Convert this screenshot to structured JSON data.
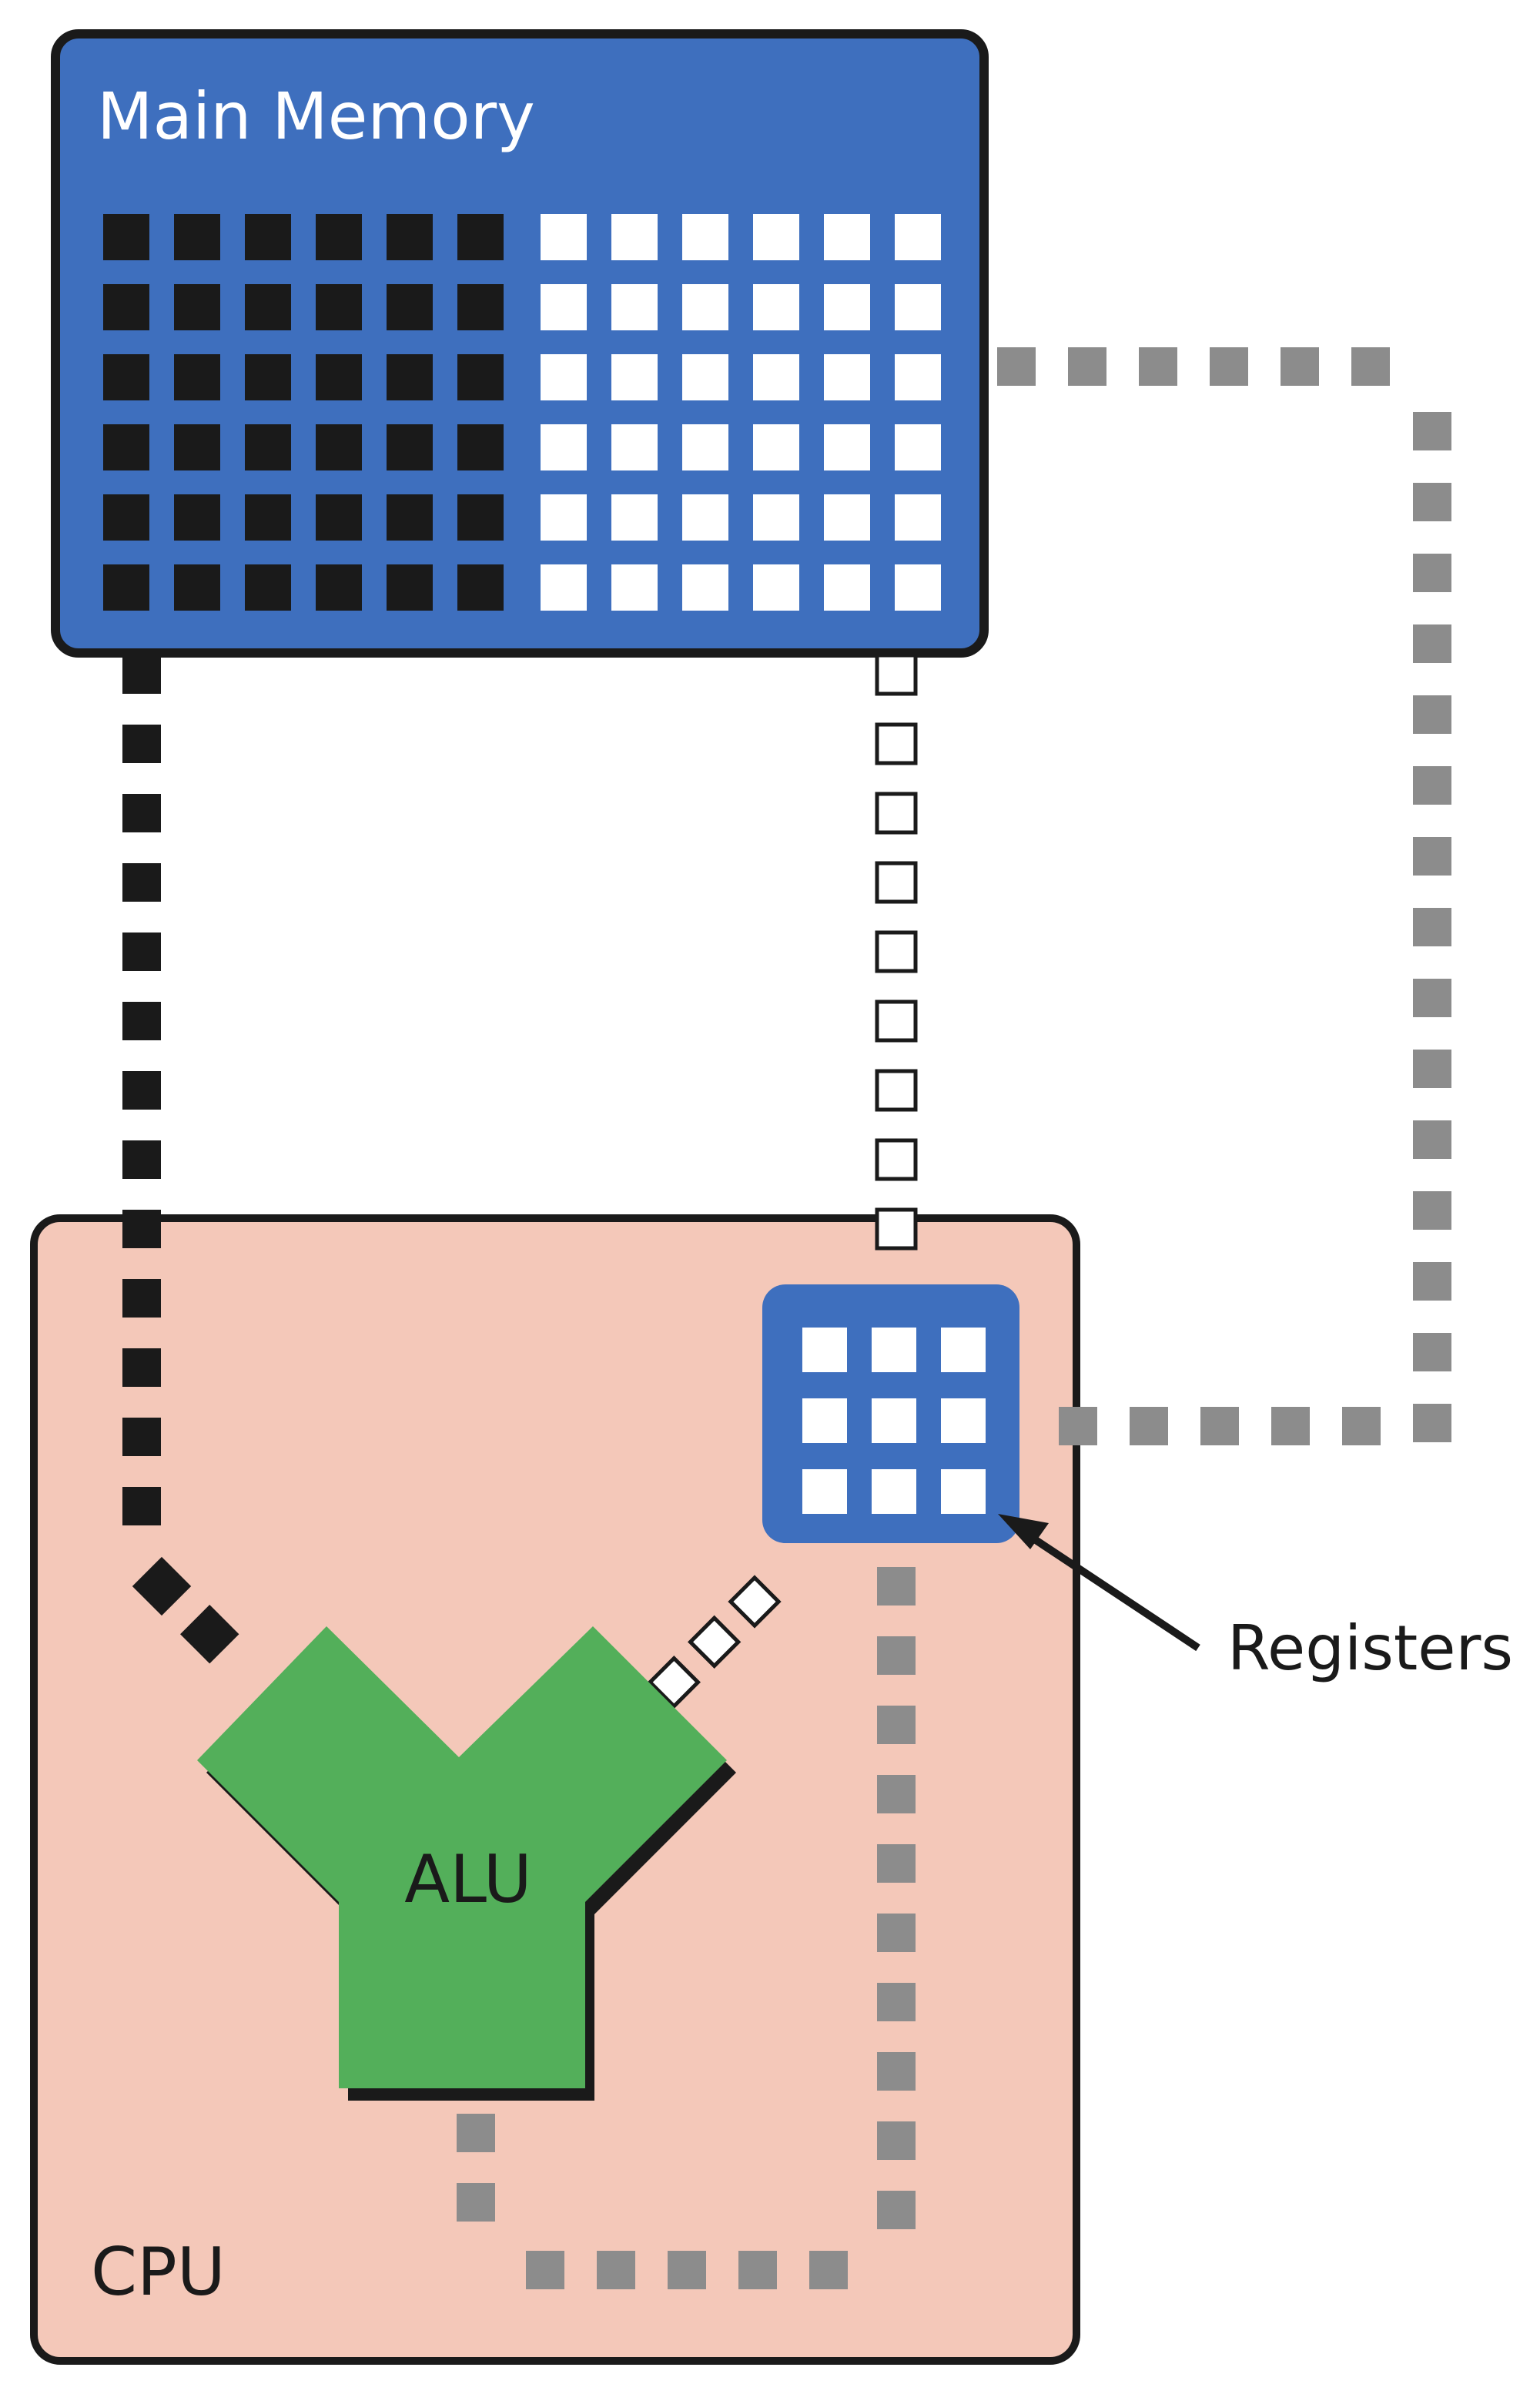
{
  "labels": {
    "main_memory": "Main Memory",
    "cpu": "CPU",
    "alu": "ALU",
    "registers": "Registers"
  },
  "colors": {
    "memory_blue": "#3e6fbe",
    "cpu_pink": "#f4c8b9",
    "alu_green": "#53af5a",
    "path_gray": "#8c8c8c",
    "cell_black": "#1a1a1a",
    "cell_white": "#ffffff",
    "outline": "#1a1a1a"
  },
  "memory_grid": {
    "rows": 6,
    "black_columns": 6,
    "white_columns": 6
  },
  "register_grid": {
    "rows": 3,
    "columns": 3
  }
}
